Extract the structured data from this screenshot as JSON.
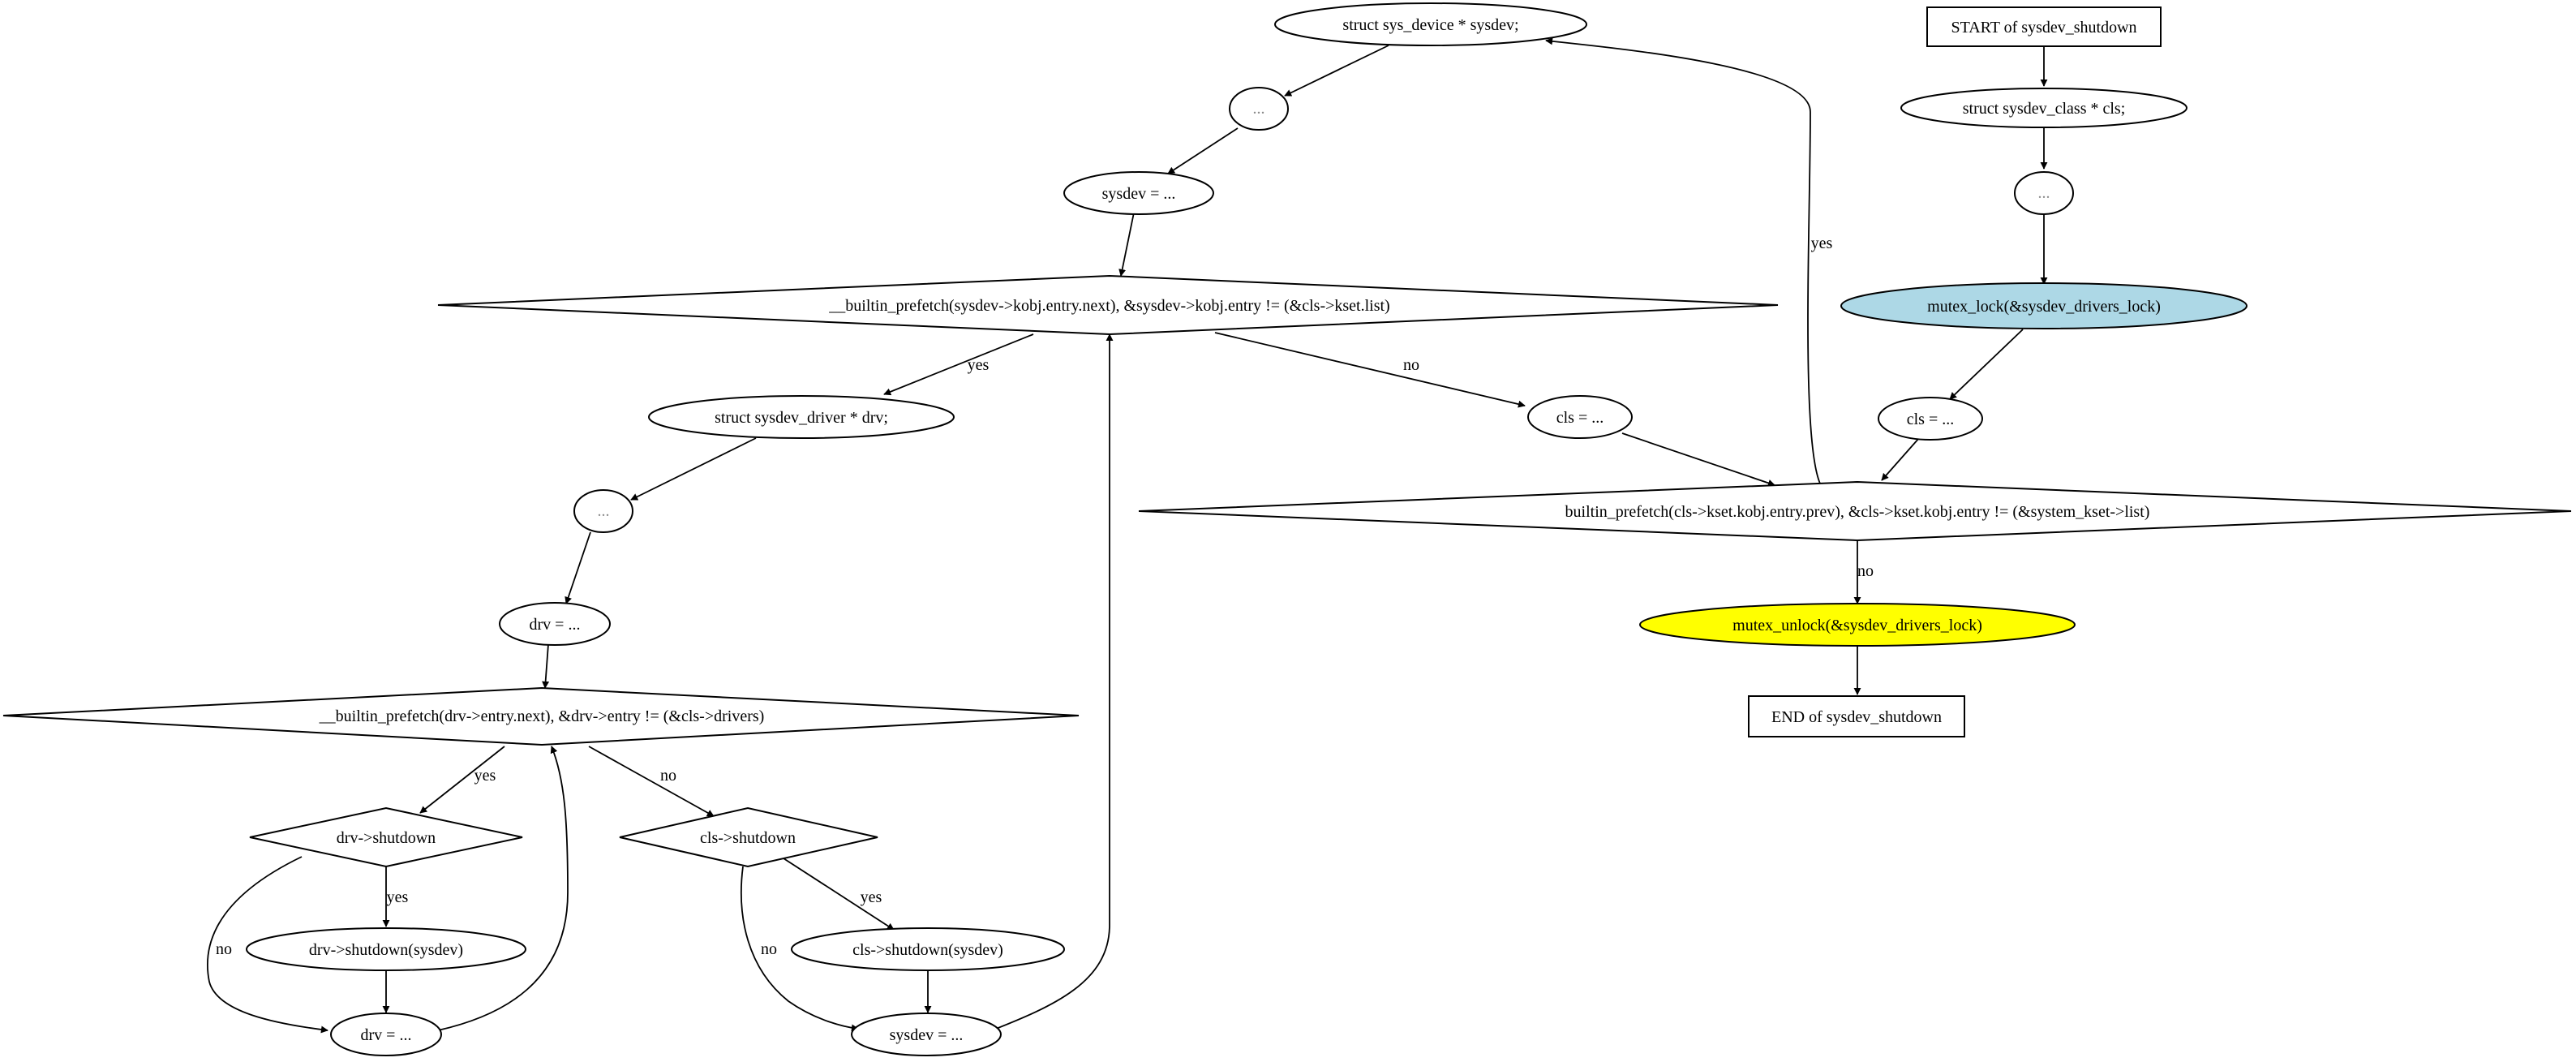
{
  "nodes": {
    "start": "START of sysdev_shutdown",
    "decl_cls": "struct sysdev_class * cls;",
    "dots_top": "...",
    "mutex_lock": "mutex_lock(&sysdev_drivers_lock)",
    "cls_assign_right": "cls = ...",
    "loop_cls": "builtin_prefetch(cls->kset.kobj.entry.prev), &cls->kset.kobj.entry != (&system_kset->list)",
    "mutex_unlock": "mutex_unlock(&sysdev_drivers_lock)",
    "end": "END of sysdev_shutdown",
    "decl_sysdev": "struct sys_device * sysdev;",
    "dots_sysdev": "...",
    "sysdev_assign": "sysdev = ...",
    "loop_sysdev": "__builtin_prefetch(sysdev->kobj.entry.next), &sysdev->kobj.entry != (&cls->kset.list)",
    "cls_assign_mid": "cls = ...",
    "decl_drv": "struct sysdev_driver * drv;",
    "dots_drv": "...",
    "drv_assign": "drv = ...",
    "loop_drv": "__builtin_prefetch(drv->entry.next), &drv->entry != (&cls->drivers)",
    "drv_shutdown_check": "drv->shutdown",
    "drv_shutdown_call": "drv->shutdown(sysdev)",
    "drv_next": "drv = ...",
    "cls_shutdown_check": "cls->shutdown",
    "cls_shutdown_call": "cls->shutdown(sysdev)",
    "sysdev_next": "sysdev = ..."
  },
  "edge_labels": {
    "yes": "yes",
    "no": "no"
  },
  "colors": {
    "mutex_lock_fill": "#add8e6",
    "mutex_unlock_fill": "#ffff00"
  }
}
